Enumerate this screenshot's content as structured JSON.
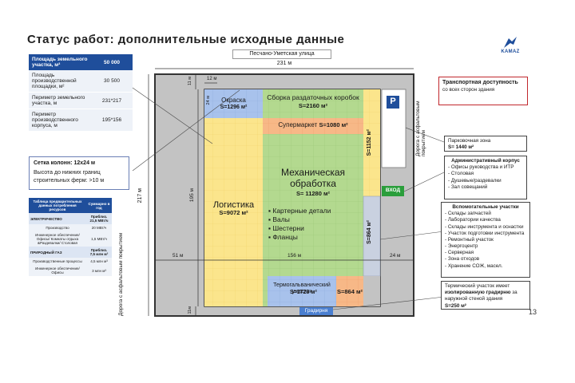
{
  "header": {
    "title_cropped": "Статус работ: дополнительные исходные данные"
  },
  "logo": {
    "text": "KAMAZ"
  },
  "street": "Песчано-Уметская улица",
  "page_number": "13",
  "info_table": [
    {
      "label": "Площадь земельного участка, м²",
      "value": "50 000",
      "head": true
    },
    {
      "label": "Площадь производственной площадки, м²",
      "value": "30 500"
    },
    {
      "label": "Периметр земельного участка, м",
      "value": "231*217"
    },
    {
      "label": "Периметр производственного корпуса, м",
      "value": "195*156"
    }
  ],
  "grid_box": {
    "line1": "Сетка колонн: 12х24 м",
    "line2": "Высота до нижних границ строительных ферм: >10 м"
  },
  "resources": {
    "header": [
      "Таблица предварительных данных потребления ресурсов",
      "Суммарно в год"
    ],
    "rows": [
      {
        "type": "cat",
        "label": "ЭЛЕКТРИЧЕСТВО",
        "value": "Приблиз. 21,5 МВт/ч"
      },
      {
        "type": "sub",
        "label": "Производство",
        "value": "20 МВт/ч"
      },
      {
        "type": "sub",
        "label": "Инженерное обеспечение/Офисы/ Комнаты отдыха &Раздевалки/ Столовая",
        "value": "1,5 МВт/ч"
      },
      {
        "type": "cat",
        "label": "ПРИРОДНЫЙ ГАЗ",
        "value": "Приблиз. 7,5 млн м³"
      },
      {
        "type": "sub",
        "label": "Производственные процессы",
        "value": "4,5 млн м³"
      },
      {
        "type": "sub",
        "label": "Инженерное обеспечение/Офисы",
        "value": "3 млн м³"
      }
    ]
  },
  "roads": {
    "left": "Дорога с асфальтовым покрытием",
    "right": "Дорога с асфальтовым покрытием"
  },
  "dims": {
    "top": "231 м",
    "left": "217 м",
    "inner_left": "195 м",
    "d11_top": "11 м",
    "d12": "12 м",
    "d24_left": "24 м",
    "d51": "51 м",
    "d156": "156 м",
    "d24_right": "24 м",
    "d11_bottom": "11м"
  },
  "zones": {
    "okraska": {
      "name": "Окраска",
      "area": "S=1296 м²"
    },
    "sborka": {
      "name": "Сборка раздаточных коробок",
      "area": "S=2160 м²"
    },
    "supermarket": {
      "name": "Супермаркет",
      "area": "S=1080 м²"
    },
    "mech": {
      "name": "Механическая обработка",
      "area": "S= 11280 м²",
      "items": [
        "Картерные детали",
        "Валы",
        "Шестерни",
        "Фланцы"
      ]
    },
    "logistics": {
      "name": "Логистика",
      "area": "S=9072 м²"
    },
    "yellow_right": {
      "area": "S=1152 м²"
    },
    "aux": {
      "area": "S=864 м²"
    },
    "thermal": {
      "name": "Термогальванический участок",
      "area": "S=1728 м²"
    },
    "orange_small": {
      "area": "S=864 м²"
    },
    "gradirnya": {
      "name": "Градирня"
    },
    "parking": {
      "symbol": "P"
    },
    "entrance": {
      "name": "ВХОД"
    }
  },
  "callouts": {
    "transport": {
      "title": "Транспортная доступность",
      "rest": " со всех сторон здания"
    },
    "parking": {
      "line1": "Парковочная зона",
      "line2": "S= 1440 м²"
    },
    "admin": {
      "title": "Административный корпус",
      "items": [
        "- Офисы руководства и ИТР",
        "- Столовая",
        "- Душевые/раздевалки",
        "- Зал совещаний"
      ]
    },
    "aux": {
      "title": "Вспомогательные участки",
      "items": [
        "- Склады запчастей",
        "- Лаборатории качества",
        "- Склады инструмента и оснастки",
        "- Участок подготовки инструмента",
        "- Ремонтный участок",
        "- Энергоцентр",
        "- Серверная",
        "- Зона отходов",
        "- Хранение СОЖ, масел."
      ]
    },
    "thermal": {
      "line1": "Термический участок имеет",
      "bold": "изолированную градирню",
      "line2": " за наружной стеной здания",
      "area": "S=250 м²"
    }
  },
  "colors": {
    "brand": "#1f4e9b",
    "yellow": "#fbe58c",
    "green": "#b3d98f",
    "orange": "#f7b887",
    "blue": "#9bb8e6",
    "grey": "#c3c3c3"
  }
}
